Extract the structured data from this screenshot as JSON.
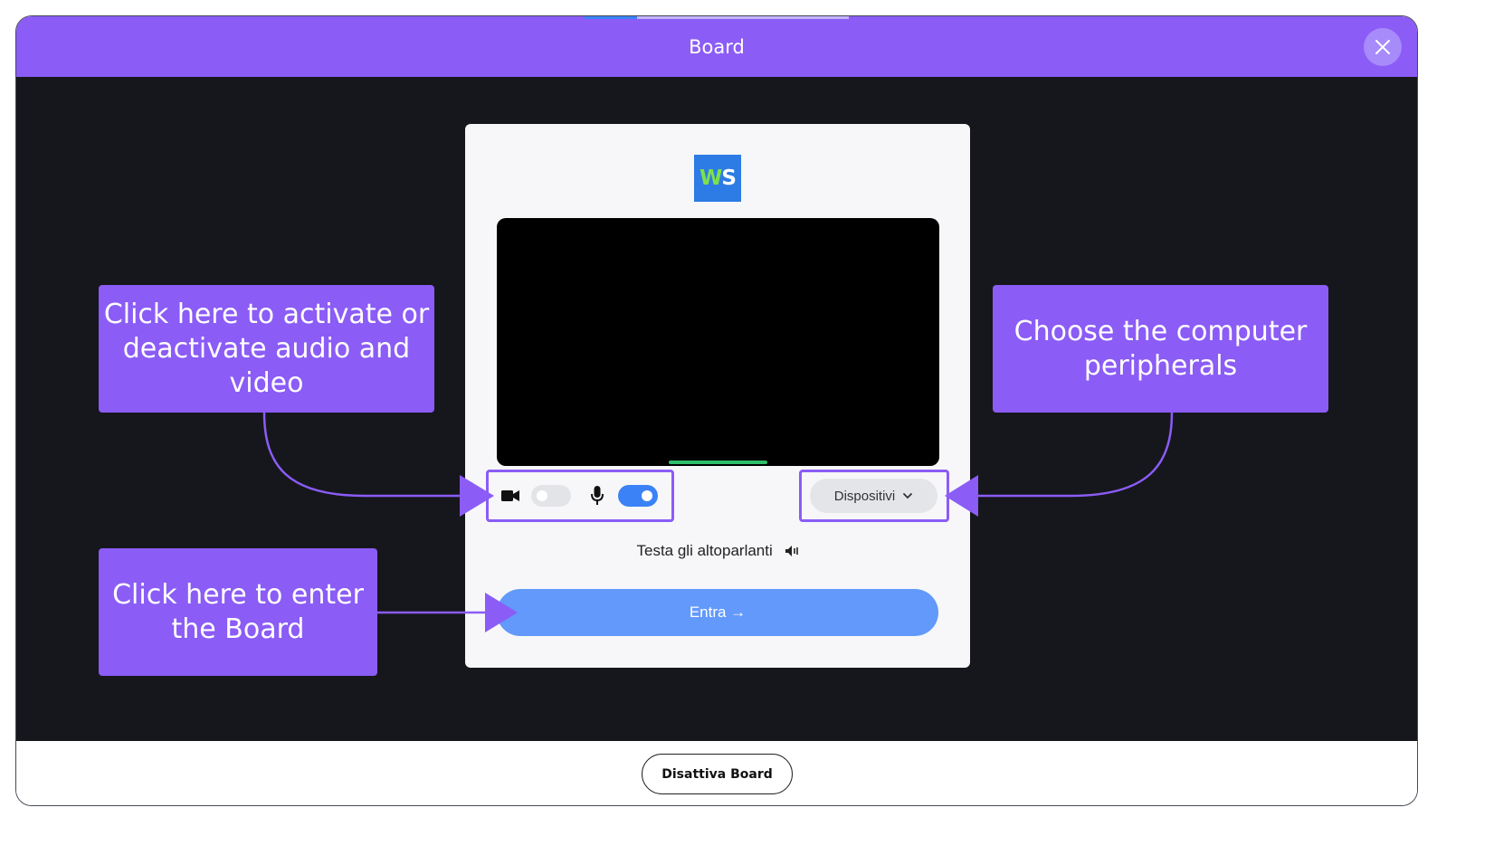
{
  "window": {
    "title": "Board",
    "close_icon": "close-icon"
  },
  "colors": {
    "accent": "#8b5cf6",
    "stage": "#16171c",
    "enter_button": "#6299fb",
    "toggle_on": "#3b82f6"
  },
  "card": {
    "logo": {
      "w": "W",
      "s": "S"
    },
    "controls": {
      "camera_icon": "video-camera-icon",
      "camera_enabled": false,
      "mic_icon": "microphone-icon",
      "mic_enabled": true
    },
    "devices_label": "Dispositivi",
    "speaker_test_label": "Testa gli altoparlanti",
    "enter_label": "Entra →"
  },
  "callouts": {
    "audio_video": "Click here to activate or deactivate audio and video",
    "peripherals": "Choose the computer peripherals",
    "enter": "Click here to enter the Board"
  },
  "footer": {
    "deactivate_label": "Disattiva Board"
  }
}
